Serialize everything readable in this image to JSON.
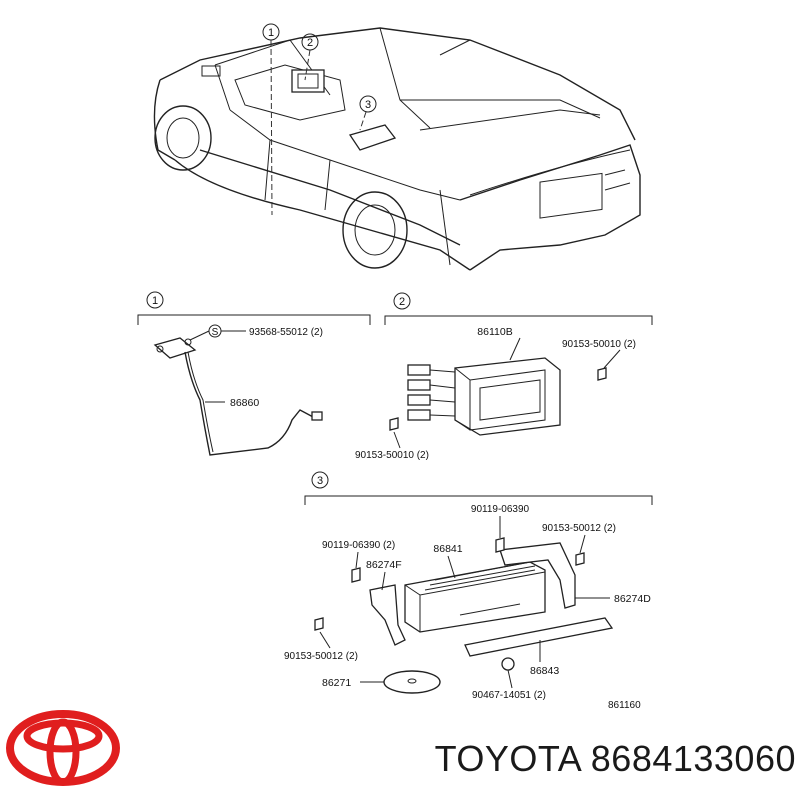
{
  "callouts": [
    "1",
    "2",
    "3"
  ],
  "section1": {
    "number": "1",
    "parts": {
      "screw": "93568-55012 (2)",
      "cable": "86860"
    },
    "screw_symbol": "S"
  },
  "section2": {
    "number": "2",
    "parts": {
      "unit": "86110B",
      "bolt_right": "90153-50010 (2)",
      "bolt_left": "90153-50010 (2)"
    }
  },
  "section3": {
    "number": "3",
    "parts": {
      "bolt_top": "90119-06390",
      "bolt_top_right": "90153-50012 (2)",
      "bolt_left_top": "90119-06390 (2)",
      "player": "86841",
      "bracket_left": "86274F",
      "bracket_right": "86274D",
      "bolt_left_bottom": "90153-50012 (2)",
      "cover": "86843",
      "disc": "86271",
      "clip": "90467-14051 (2)",
      "diagram_code": "861160"
    }
  },
  "brand": {
    "text": "TOYOTA 8684133060",
    "logo_color": "#e01e1e"
  }
}
